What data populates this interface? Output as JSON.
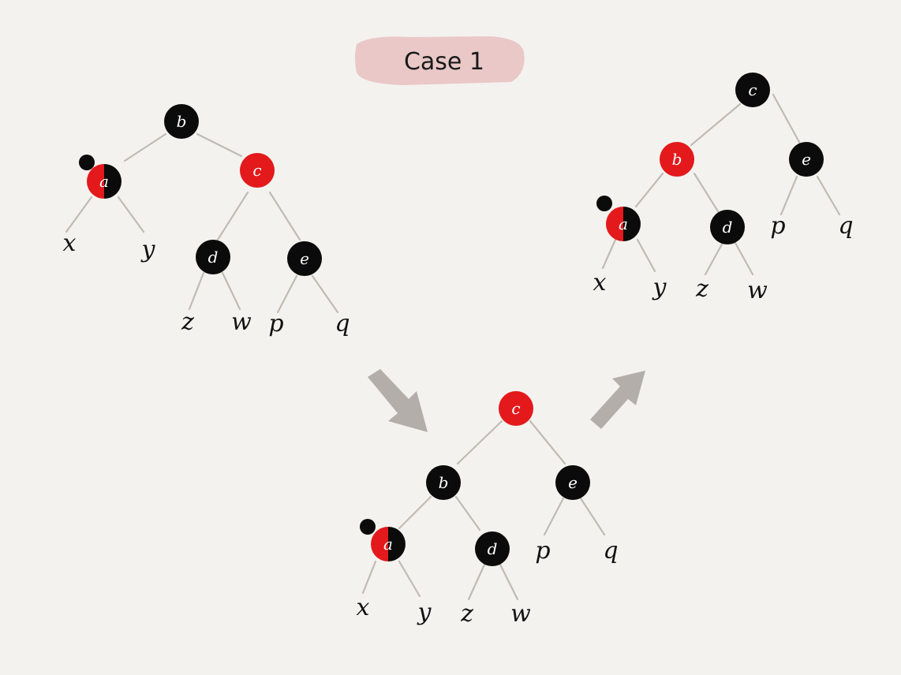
{
  "title": "Case 1",
  "colors": {
    "red": "#e3191c",
    "black": "#0b0b0b",
    "edge": "#c2bab4",
    "arrow": "#b3aeaa",
    "title_bg": "#e7c1c1",
    "background": "#f4f2ee"
  },
  "trees": [
    {
      "name": "before",
      "nodes": [
        {
          "id": "b",
          "label": "b",
          "color": "black"
        },
        {
          "id": "a",
          "label": "a",
          "color": "double-black",
          "extra_black": true
        },
        {
          "id": "c",
          "label": "c",
          "color": "red"
        },
        {
          "id": "d",
          "label": "d",
          "color": "black"
        },
        {
          "id": "e",
          "label": "e",
          "color": "black"
        }
      ],
      "leaves": [
        "x",
        "y",
        "z",
        "w",
        "p",
        "q"
      ]
    },
    {
      "name": "middle",
      "nodes": [
        {
          "id": "c",
          "label": "c",
          "color": "red"
        },
        {
          "id": "b",
          "label": "b",
          "color": "black"
        },
        {
          "id": "e",
          "label": "e",
          "color": "black"
        },
        {
          "id": "a",
          "label": "a",
          "color": "double-black",
          "extra_black": true
        },
        {
          "id": "d",
          "label": "d",
          "color": "black"
        }
      ],
      "leaves": [
        "x",
        "y",
        "z",
        "w",
        "p",
        "q"
      ]
    },
    {
      "name": "after",
      "nodes": [
        {
          "id": "c",
          "label": "c",
          "color": "black"
        },
        {
          "id": "b",
          "label": "b",
          "color": "red"
        },
        {
          "id": "e",
          "label": "e",
          "color": "black"
        },
        {
          "id": "a",
          "label": "a",
          "color": "double-black",
          "extra_black": true
        },
        {
          "id": "d",
          "label": "d",
          "color": "black"
        }
      ],
      "leaves": [
        "x",
        "y",
        "z",
        "w",
        "p",
        "q"
      ]
    }
  ],
  "arrows": [
    "down-right-arrow",
    "up-right-arrow"
  ]
}
